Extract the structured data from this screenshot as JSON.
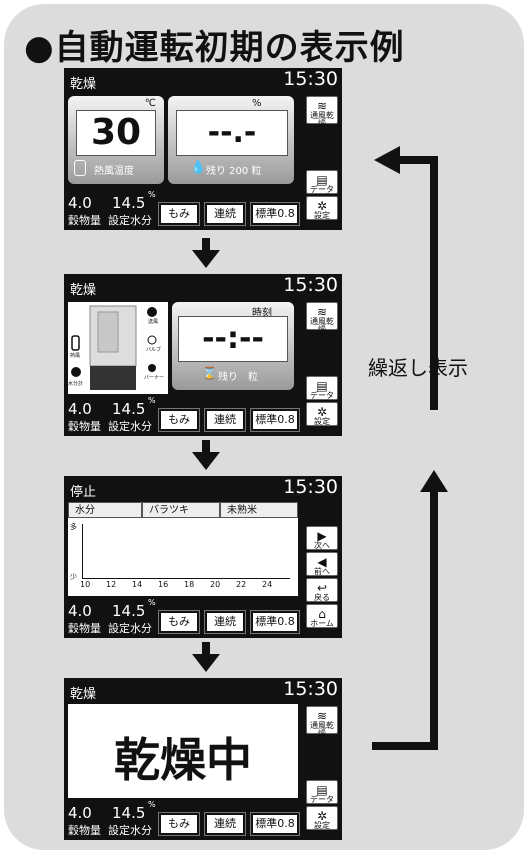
{
  "title": "●自動運転初期の表示例",
  "side_label": "繰返し表示",
  "common": {
    "time": "15:30",
    "grain_num": "4.0",
    "grain_lbl": "穀物量",
    "moist_num": "14.5",
    "moist_lbl": "設定水分",
    "pct": "%",
    "btn_momi": "もみ",
    "btn_renzoku": "連続",
    "btn_std": "標準0.8"
  },
  "screen1": {
    "status": "乾燥",
    "unit_c": "℃",
    "temp": "30",
    "temp_lbl": "熱風温度",
    "unit_pct": "%",
    "moist_val": "--.-",
    "remain": "残り 200 粒",
    "btn_vent": "通風乾燥",
    "btn_data": "データ",
    "btn_set": "設定"
  },
  "screen2": {
    "status": "乾燥",
    "clock_lbl": "時刻",
    "clock_val": "--:--",
    "remain": "残り　粒",
    "fan": "送風",
    "valve": "バルブ",
    "burner": "バーナー",
    "left_a": "熱風",
    "left_b": "水分計",
    "btn_vent": "通風乾燥",
    "btn_data": "データ",
    "btn_set": "設定"
  },
  "screen3": {
    "status": "停止",
    "tabs": [
      "水分",
      "バラツキ",
      "未熟米"
    ],
    "y_top": "多",
    "y_bot": "少",
    "x_ticks": [
      "10",
      "12",
      "14",
      "16",
      "18",
      "20",
      "22",
      "24"
    ],
    "btn_next": "次へ",
    "btn_prev": "前へ",
    "btn_back": "戻る",
    "btn_home": "ホーム"
  },
  "screen4": {
    "status": "乾燥",
    "main": "乾燥中",
    "btn_vent": "通風乾燥",
    "btn_data": "データ",
    "btn_set": "設定"
  }
}
